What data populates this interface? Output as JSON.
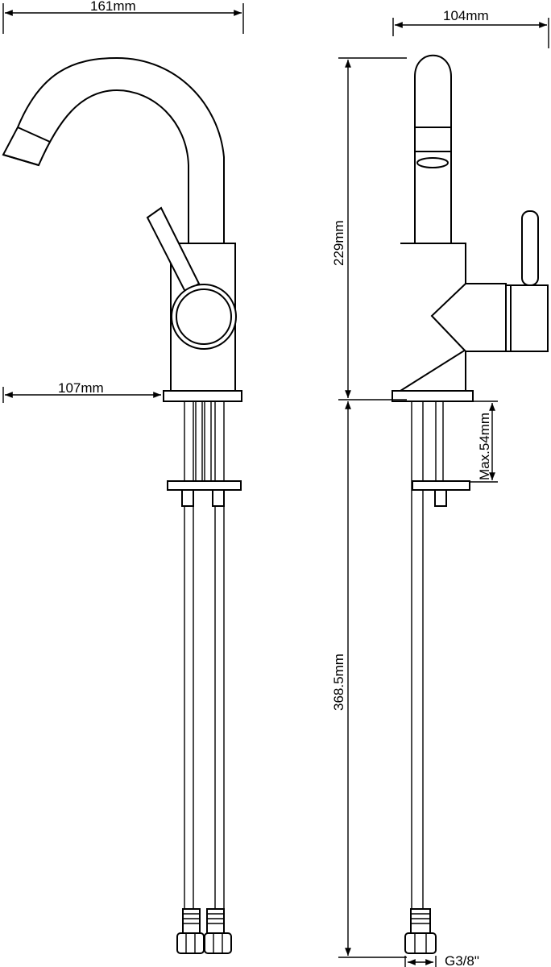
{
  "dimensions": {
    "front_width": "161mm",
    "side_width": "104mm",
    "spout_reach": "107mm",
    "tap_height": "229mm",
    "hose_length": "368.5mm",
    "max_deck": "Max.54mm",
    "thread": "G3/8\""
  },
  "colors": {
    "line": "#000000",
    "background": "#ffffff"
  }
}
